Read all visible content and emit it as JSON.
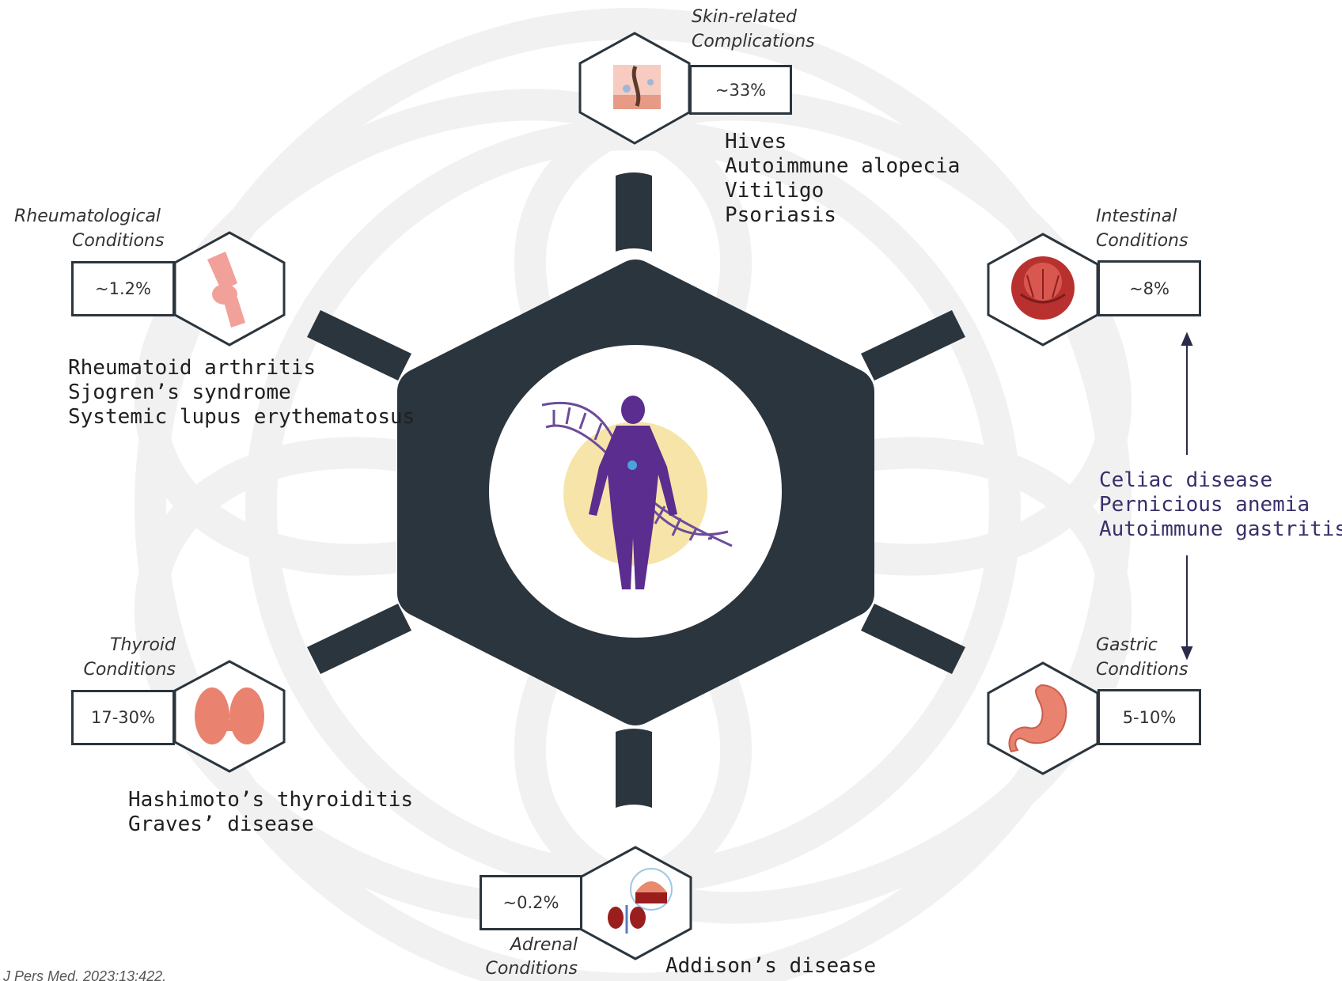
{
  "center": {
    "icon": "human-dna-icon"
  },
  "nodes": {
    "skin": {
      "category": [
        "Skin-related",
        "Complications"
      ],
      "percent": "~33%",
      "icon": "skin-icon",
      "conditions": [
        "Hives",
        "Autoimmune alopecia",
        "Vitiligo",
        "Psoriasis"
      ]
    },
    "rheumatological": {
      "category": [
        "Rheumatological",
        "Conditions"
      ],
      "percent": "~1.2%",
      "icon": "knee-joint-icon",
      "conditions": [
        "Rheumatoid arthritis",
        "Sjogren’s syndrome",
        "Systemic lupus erythematosus"
      ]
    },
    "intestinal": {
      "category": [
        "Intestinal",
        "Conditions"
      ],
      "percent": "~8%",
      "icon": "intestine-villi-icon"
    },
    "gastric": {
      "category": [
        "Gastric",
        "Conditions"
      ],
      "percent": "5-10%",
      "icon": "stomach-icon"
    },
    "thyroid": {
      "category": [
        "Thyroid",
        "Conditions"
      ],
      "percent": "17-30%",
      "icon": "thyroid-icon",
      "conditions": [
        "Hashimoto’s thyroiditis",
        "Graves’ disease"
      ]
    },
    "adrenal": {
      "category": [
        "Adrenal",
        "Conditions"
      ],
      "percent": "~0.2%",
      "icon": "adrenal-kidney-icon",
      "conditions": [
        "Addison’s disease"
      ]
    }
  },
  "gi_conditions": [
    "Celiac disease",
    "Pernicious anemia",
    "Autoimmune gastritis"
  ],
  "citation": "J Pers Med. 2023;13:422.",
  "colors": {
    "dark": "#2b353d",
    "purple": "#5b2d8e",
    "glow": "#f7e4a8",
    "organ": "#e9826f",
    "list_purple": "#3a2f6b"
  }
}
